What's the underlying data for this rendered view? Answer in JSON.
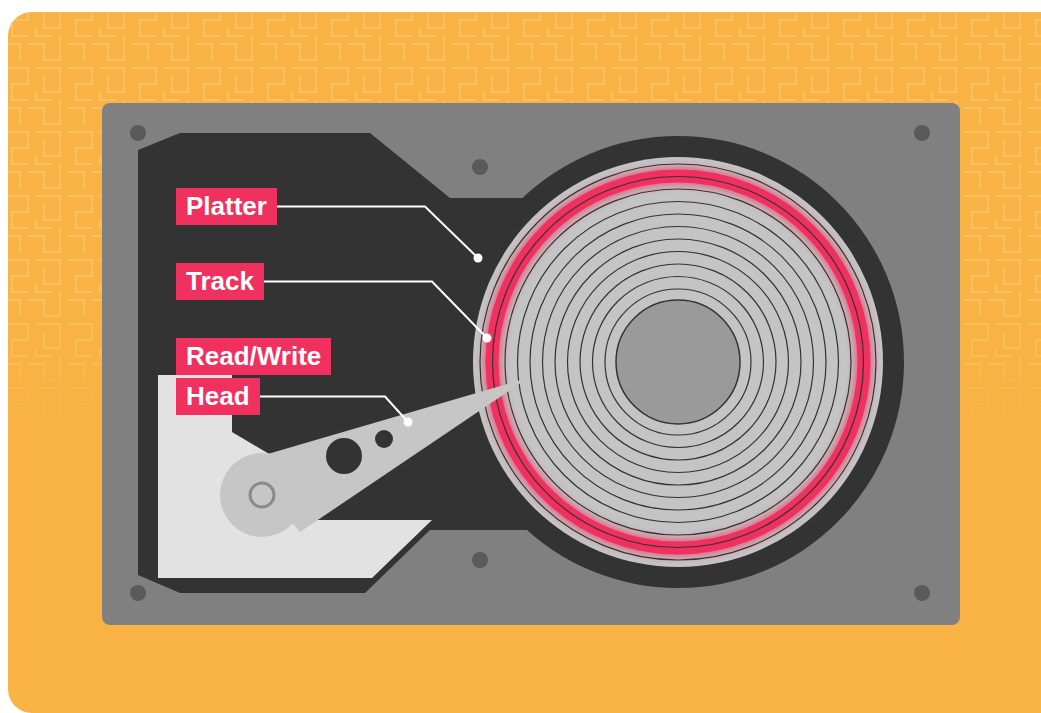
{
  "diagram": {
    "labels": [
      "Platter",
      "Track",
      "Read/Write Head"
    ]
  }
}
